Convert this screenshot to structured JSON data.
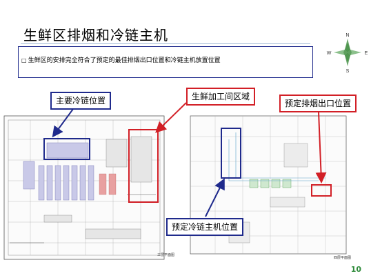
{
  "slide": {
    "title": "生鲜区排烟和冷链主机",
    "note": "生鲜区的安排完全符合了预定的最佳排烟出口位置和冷链主机放置位置",
    "note_bullet": "□",
    "page_number": "10"
  },
  "compass": {
    "n": "N",
    "s": "S",
    "e": "E",
    "w": "W"
  },
  "callouts": {
    "main_cold_chain": "主要冷链位置",
    "fresh_processing": "生鲜加工间区域",
    "exhaust_outlet": "预定排烟出口位置",
    "cold_chain_host": "预定冷链主机位置"
  },
  "plans": {
    "left_caption": "三层平面图",
    "right_caption": "四层平面图"
  },
  "colors": {
    "blue": "#1f2a8c",
    "red": "#d21f26",
    "green": "#2e8b3a"
  }
}
